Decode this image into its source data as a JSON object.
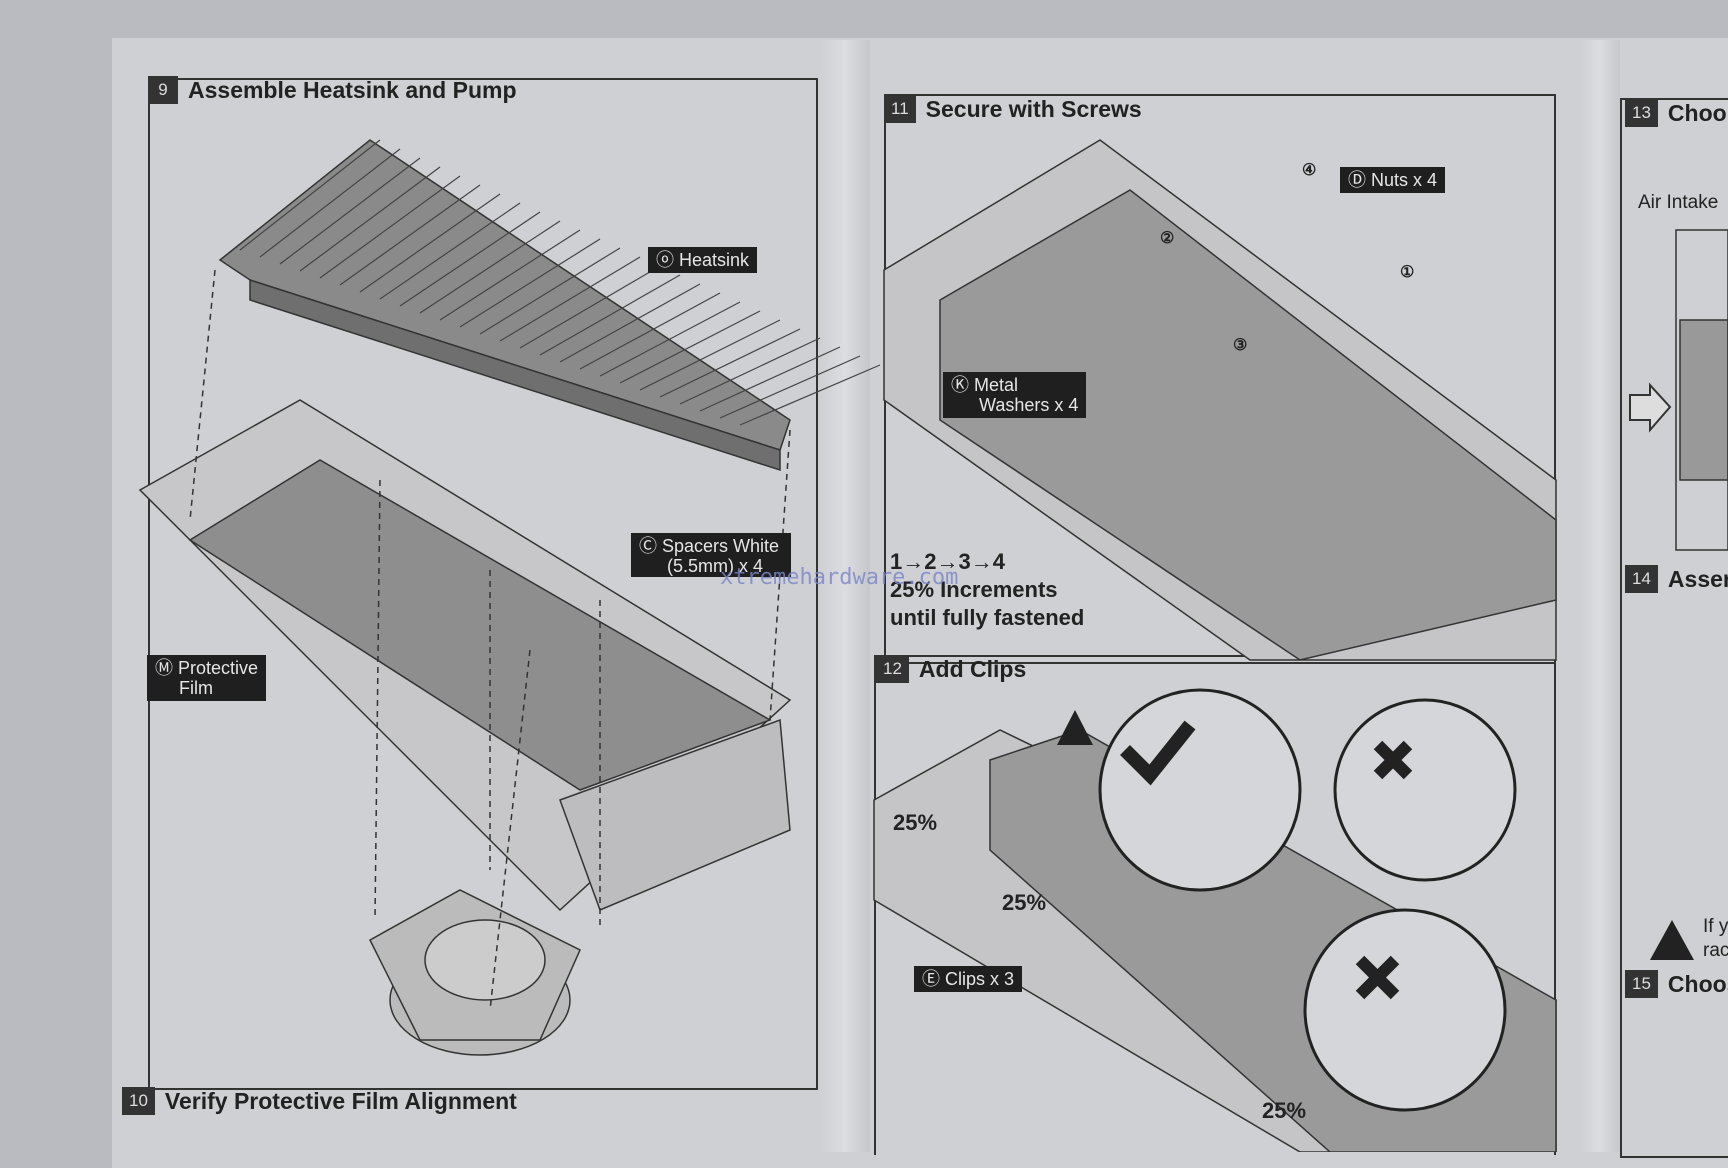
{
  "sections": [
    {
      "num": "9",
      "title": "Assemble Heatsink and Pump"
    },
    {
      "num": "10",
      "title": "Verify Protective Film Alignment"
    },
    {
      "num": "11",
      "title": "Secure with Screws"
    },
    {
      "num": "12",
      "title": "Add Clips"
    },
    {
      "num": "13",
      "title": "Choo"
    },
    {
      "num": "14",
      "title": "Asser"
    },
    {
      "num": "15",
      "title": "Choos"
    }
  ],
  "labels": {
    "heatsink": "ⓞ Heatsink",
    "spacers_1": "Ⓒ Spacers White",
    "spacers_2": "(5.5mm) x 4",
    "film_1": "Ⓜ Protective",
    "film_2": "Film",
    "nuts": "Ⓓ Nuts x 4",
    "washers_1": "Ⓚ Metal",
    "washers_2": "Washers x 4",
    "clips": "Ⓔ Clips x 3",
    "order": "1→2→3→4",
    "increments_1": "25% Increments",
    "increments_2": "until fully fastened",
    "pct": "25%",
    "air_intake": "Air Intake",
    "warn_1": "If y",
    "warn_2": "rac",
    "screw_nums": [
      "①",
      "②",
      "③",
      "④"
    ]
  },
  "watermark": "xtremehardware.com"
}
